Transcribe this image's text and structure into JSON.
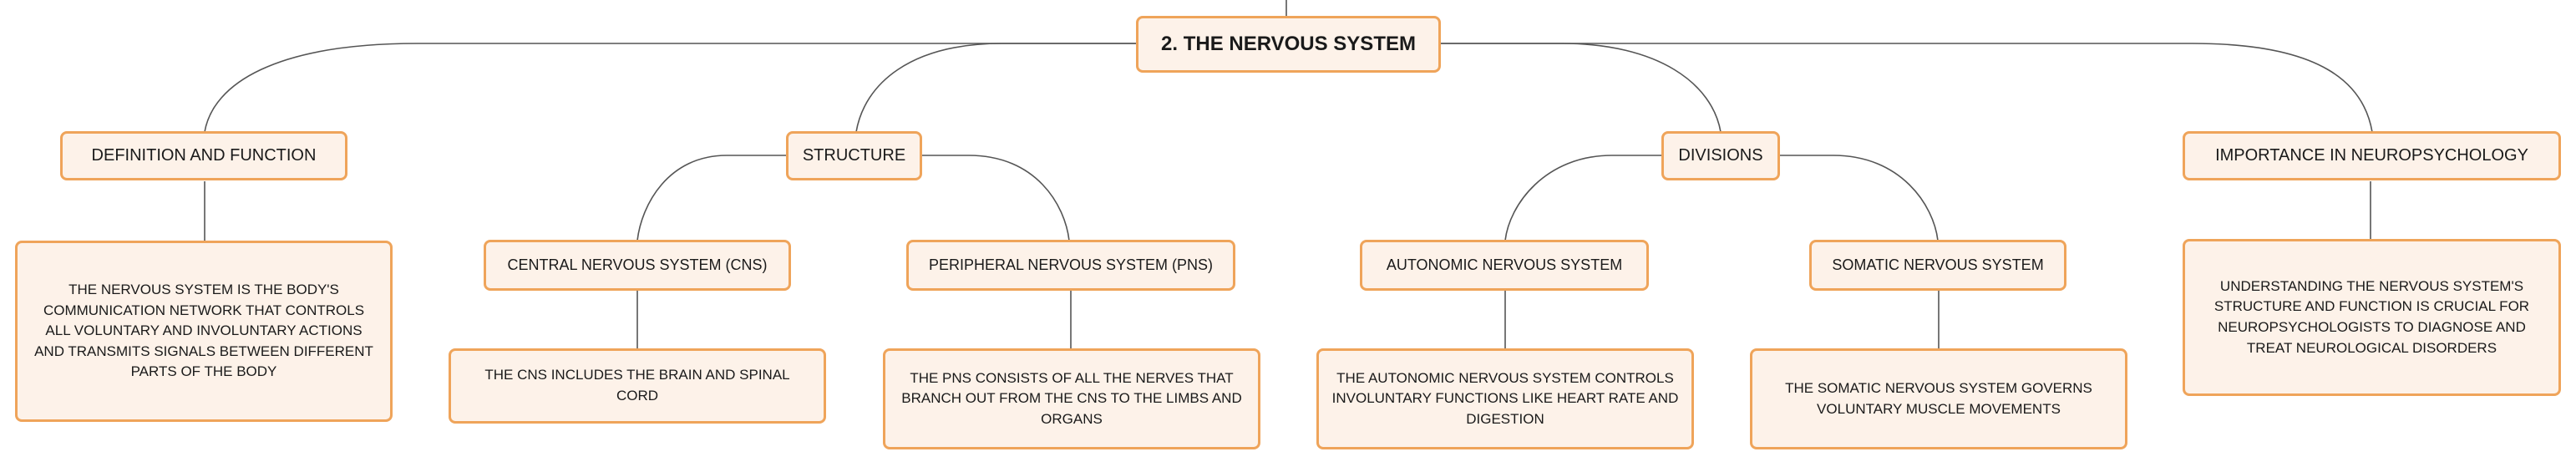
{
  "root": {
    "label": "2. THE NERVOUS SYSTEM"
  },
  "colors": {
    "node_fill": "#fdf2e9",
    "node_border": "#efa45a",
    "line": "#555555"
  },
  "branches": {
    "definition": {
      "label": "DEFINITION AND FUNCTION",
      "detail": "THE NERVOUS SYSTEM IS THE BODY'S COMMUNICATION NETWORK THAT CONTROLS ALL VOLUNTARY AND INVOLUNTARY ACTIONS AND TRANSMITS SIGNALS BETWEEN DIFFERENT PARTS OF THE BODY"
    },
    "structure": {
      "label": "STRUCTURE",
      "cns": {
        "label": "CENTRAL NERVOUS SYSTEM (CNS)",
        "detail": "THE CNS INCLUDES THE BRAIN AND SPINAL CORD"
      },
      "pns": {
        "label": "PERIPHERAL NERVOUS SYSTEM (PNS)",
        "detail": "THE PNS CONSISTS OF ALL THE NERVES THAT BRANCH OUT FROM THE CNS TO THE LIMBS AND ORGANS"
      }
    },
    "divisions": {
      "label": "DIVISIONS",
      "autonomic": {
        "label": "AUTONOMIC NERVOUS SYSTEM",
        "detail": "THE AUTONOMIC NERVOUS SYSTEM CONTROLS INVOLUNTARY FUNCTIONS LIKE HEART RATE AND DIGESTION"
      },
      "somatic": {
        "label": "SOMATIC NERVOUS SYSTEM",
        "detail": "THE SOMATIC NERVOUS SYSTEM GOVERNS VOLUNTARY MUSCLE MOVEMENTS"
      }
    },
    "importance": {
      "label": "IMPORTANCE IN NEUROPSYCHOLOGY",
      "detail": "UNDERSTANDING THE NERVOUS SYSTEM'S STRUCTURE AND FUNCTION IS CRUCIAL FOR NEUROPSYCHOLOGISTS TO DIAGNOSE AND TREAT NEUROLOGICAL DISORDERS"
    }
  }
}
